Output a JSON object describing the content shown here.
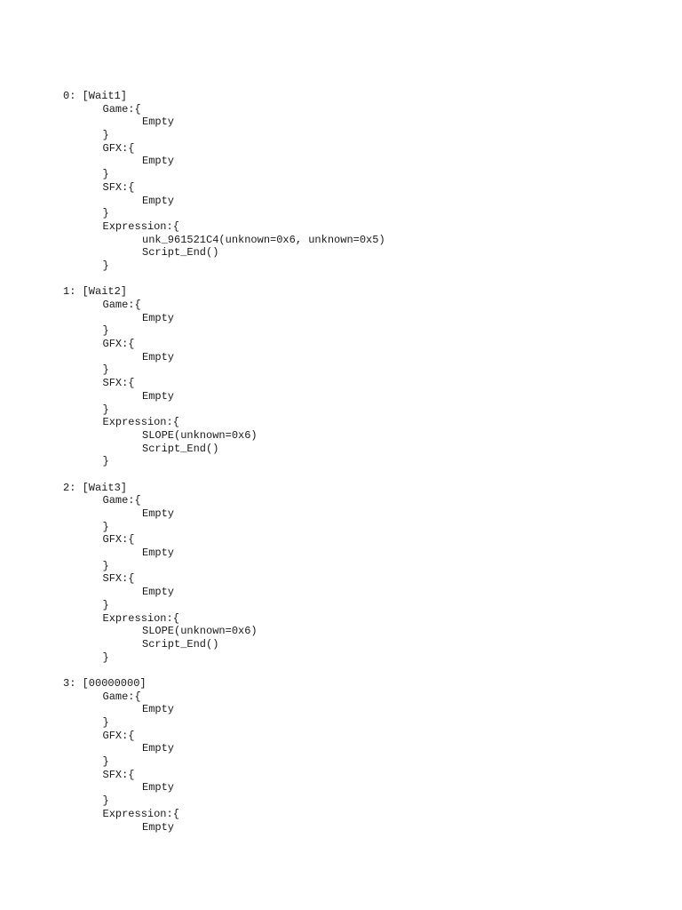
{
  "document": {
    "entries": [
      {
        "header": "0: [Wait1]",
        "sections": [
          {
            "open": "Game:{",
            "lines": [
              "Empty"
            ],
            "close": "}"
          },
          {
            "open": "GFX:{",
            "lines": [
              "Empty"
            ],
            "close": "}"
          },
          {
            "open": "SFX:{",
            "lines": [
              "Empty"
            ],
            "close": "}"
          },
          {
            "open": "Expression:{",
            "lines": [
              "unk_961521C4(unknown=0x6, unknown=0x5)",
              "Script_End()"
            ],
            "close": "}"
          }
        ]
      },
      {
        "header": "1: [Wait2]",
        "sections": [
          {
            "open": "Game:{",
            "lines": [
              "Empty"
            ],
            "close": "}"
          },
          {
            "open": "GFX:{",
            "lines": [
              "Empty"
            ],
            "close": "}"
          },
          {
            "open": "SFX:{",
            "lines": [
              "Empty"
            ],
            "close": "}"
          },
          {
            "open": "Expression:{",
            "lines": [
              "SLOPE(unknown=0x6)",
              "Script_End()"
            ],
            "close": "}"
          }
        ]
      },
      {
        "header": "2: [Wait3]",
        "sections": [
          {
            "open": "Game:{",
            "lines": [
              "Empty"
            ],
            "close": "}"
          },
          {
            "open": "GFX:{",
            "lines": [
              "Empty"
            ],
            "close": "}"
          },
          {
            "open": "SFX:{",
            "lines": [
              "Empty"
            ],
            "close": "}"
          },
          {
            "open": "Expression:{",
            "lines": [
              "SLOPE(unknown=0x6)",
              "Script_End()"
            ],
            "close": "}"
          }
        ]
      },
      {
        "header": "3: [00000000]",
        "sections": [
          {
            "open": "Game:{",
            "lines": [
              "Empty"
            ],
            "close": "}"
          },
          {
            "open": "GFX:{",
            "lines": [
              "Empty"
            ],
            "close": "}"
          },
          {
            "open": "SFX:{",
            "lines": [
              "Empty"
            ],
            "close": "}"
          },
          {
            "open": "Expression:{",
            "lines": [
              "Empty"
            ]
          }
        ]
      }
    ]
  }
}
